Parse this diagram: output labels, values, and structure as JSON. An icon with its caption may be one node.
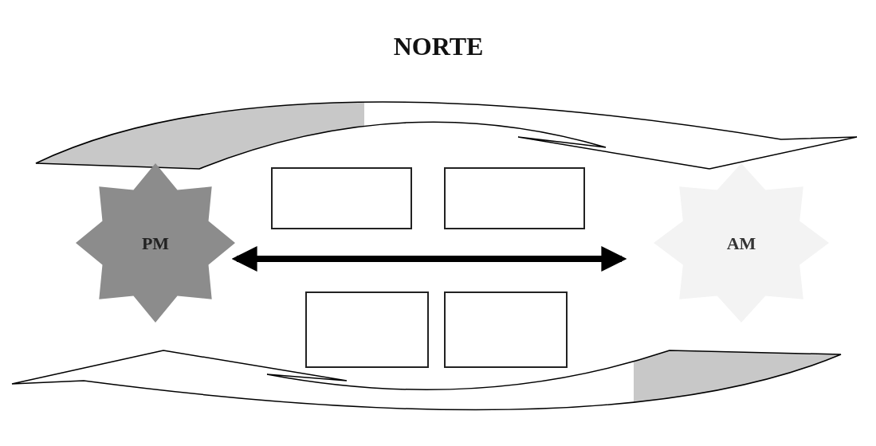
{
  "diagram": {
    "title": "NORTE",
    "nodes": [
      {
        "text": [
          "PM"
        ]
      },
      {
        "text": [
          "AM"
        ]
      },
      {
        "text": [],
        "shape": "box"
      },
      {
        "text": [],
        "shape": "box"
      },
      {
        "text": [],
        "shape": "box"
      },
      {
        "text": [],
        "shape": "box"
      }
    ],
    "edges": [
      {
        "from": 0,
        "to": 1,
        "arrow": "both"
      }
    ]
  }
}
